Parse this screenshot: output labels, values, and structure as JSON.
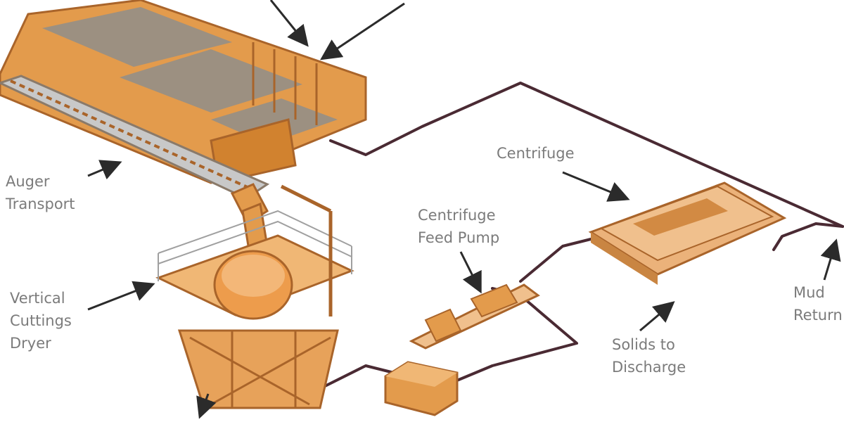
{
  "labels": {
    "auger": [
      "Auger",
      "Transport"
    ],
    "dryer": [
      "Vertical",
      "Cuttings",
      "Dryer"
    ],
    "centrifuge": "Centrifuge",
    "feed_pump": [
      "Centrifuge",
      "Feed Pump"
    ],
    "solids": [
      "Solids to",
      "Discharge"
    ],
    "mud_return": [
      "Mud",
      "Return"
    ]
  },
  "colors": {
    "equipment": "#e39b4c",
    "equipment_dark": "#a9642a",
    "pipe": "#4a2a33",
    "panel": "#7e8b99",
    "label": "#7b7b7b"
  }
}
